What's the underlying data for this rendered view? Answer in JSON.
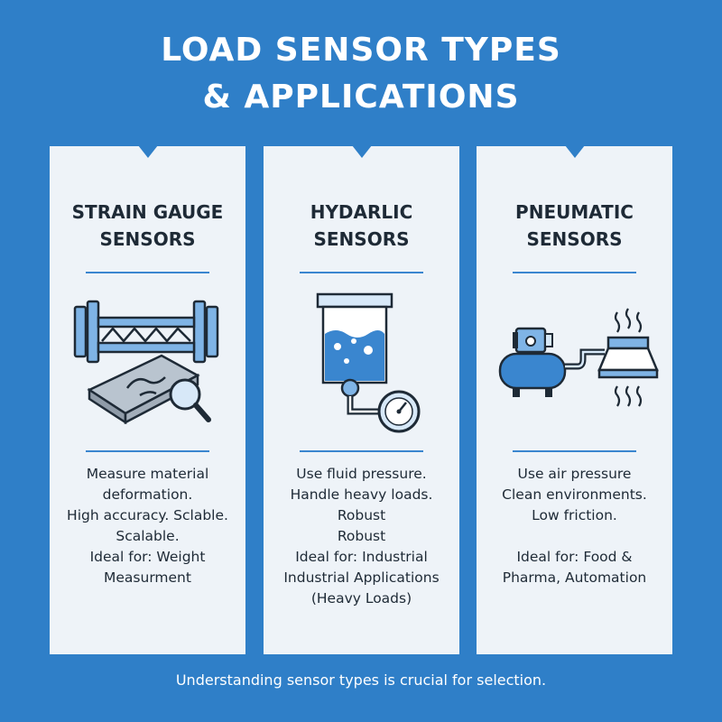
{
  "title": {
    "line1": "LOAD SENSOR TYPES",
    "line2": "& APPLICATIONS"
  },
  "cards": [
    {
      "title_line1": "STRAIN GAUGE",
      "title_line2": "SENSORS",
      "icon": "strain-gauge-illustration",
      "lines": [
        "Measure material",
        "deformation.",
        "High accuracy. Sclable.",
        "Scalable.",
        "Ideal for: Weight",
        "Measurment"
      ]
    },
    {
      "title_line1": "HYDARLIC",
      "title_line2": "SENSORS",
      "icon": "hydraulic-cylinder-gauge-illustration",
      "lines": [
        "Use fluid pressure.",
        "Handle heavy loads.",
        "Robust",
        "Robust",
        "Ideal for: Industrial",
        "Industrial Applications",
        "(Heavy Loads)"
      ]
    },
    {
      "title_line1": "PNEUMATIC",
      "title_line2": "SENSORS",
      "icon": "air-compressor-illustration",
      "lines": [
        "Use air pressure",
        "Clean environments.",
        "Low friction.",
        "",
        "Ideal for: Food &",
        "Pharma, Automation"
      ]
    }
  ],
  "footer": "Understanding sensor types is crucial for selection.",
  "colors": {
    "background": "#2f7fc8",
    "card": "#eef3f8",
    "accent": "#3a86cf",
    "dark": "#1e2a36"
  }
}
